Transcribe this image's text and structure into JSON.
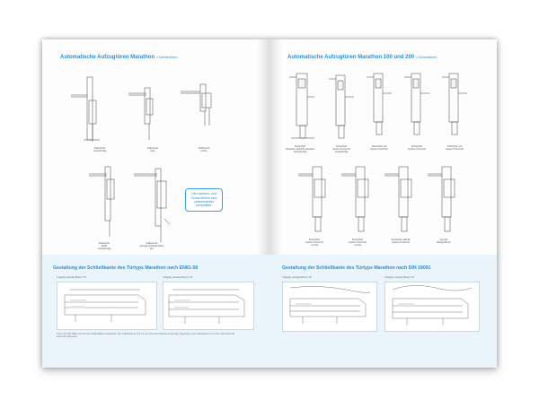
{
  "left_page": {
    "title": "Automatische Aufzugtüren Marathon",
    "title_sub": "// Kabinentüren",
    "captions_row1": [
      [
        "Kabinentür",
        "zentral/mittig"
      ],
      [
        "Kabinentür",
        "links"
      ],
      [
        "Kabinentür",
        "rechts"
      ]
    ],
    "captions_row2": [
      [
        "Kabinentür",
        "EN81",
        "zentral/mittig"
      ],
      [
        "Kabinentür",
        "geringe Schwellenhöhe",
        "EC"
      ]
    ],
    "callout": "Die Kabinen- und Schachttüren sind untereinander kompatibel.",
    "band_title": "Gestaltung der Schließkante des Türtyps Marathon nach EN81-58",
    "panel_labels": [
      "1-flügelig, einseitig öffnend, TO",
      "2-flügelig, einseitig öffnend, TO"
    ],
    "note": "Türen nach DIN 18091 sind mit einer Hohlprofilkante ausgestattet. Die Schließkante der Tür mit einer Tiefe des Abstands und geringer Fügeneigung. Die Schließkante ist bei Türen nach EN 81-58 kleiner als vorgesehen."
  },
  "right_page": {
    "title": "Automatische Aufzugtüren Marathon 100 und 200",
    "title_sub": "// Schachttüren",
    "captions_row1": [
      [
        "Schachttür",
        "Marathon 100/200 standard",
        "zentral/mittig"
      ],
      [
        "Schachttür",
        "System Portal 01",
        "zentral/mittig"
      ],
      [
        "Schachttür mit",
        "System Portal 02"
      ],
      [
        "Schachttür",
        "System Portal 03"
      ],
      [
        "Schachttür mit",
        "System Portal 04"
      ]
    ],
    "captions_row2": [
      [
        "Schachttür",
        "System Portal 01",
        "zentral"
      ],
      [
        "Schachttür",
        "System Portal 02",
        "zentral"
      ],
      [
        "Schachttür NE/HE",
        "System Portal 04"
      ],
      [
        "geringe",
        "Baugröße 03"
      ]
    ],
    "band_title": "Gestaltung der Schließkante des Türtyps Marathon nach DIN 18091",
    "panel_labels": [
      "1-flügelig, einseitig öffnend, TO",
      "2-flügelig, einseitig öffnend, TO"
    ]
  },
  "colors": {
    "accent": "#2a8fd3",
    "band": "#eaf4fb",
    "line": "#444444"
  }
}
